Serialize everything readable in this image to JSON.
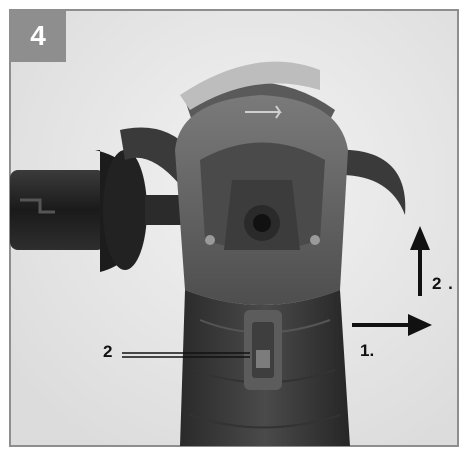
{
  "figure": {
    "number": "4",
    "step_labels": {
      "step_up": "2 .",
      "step_right": "1."
    },
    "callout_label": "2"
  },
  "colors": {
    "frame": "#8e8e8e",
    "arrow": "#111111"
  }
}
